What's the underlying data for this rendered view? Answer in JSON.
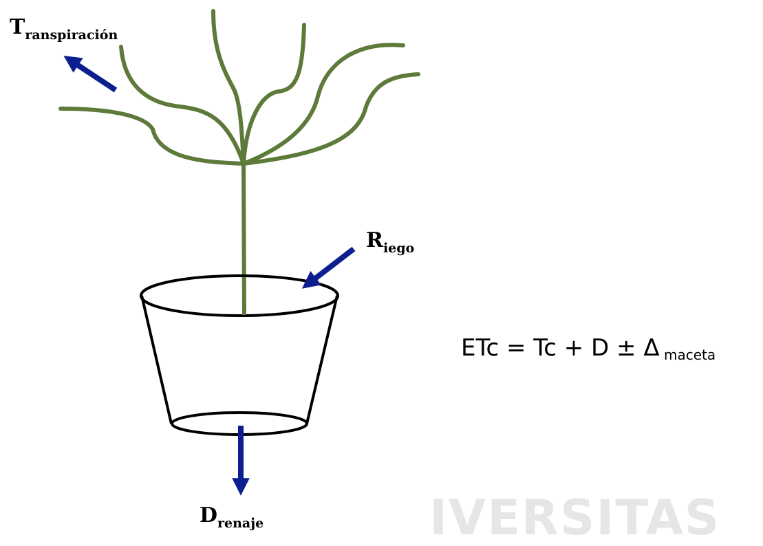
{
  "labels": {
    "transpiracion": {
      "main": "T",
      "sub": "ranspiración"
    },
    "riego": {
      "main": "R",
      "sub": "iego"
    },
    "drenaje": {
      "main": "D",
      "sub": "renaje"
    }
  },
  "equation": {
    "main": "ETc = Tc + D ±  Δ",
    "sub": " maceta"
  },
  "watermark": "IVERSITAS",
  "colors": {
    "plant": "#5e7a3b",
    "arrow": "#0d1f8f",
    "pot": "#000000"
  }
}
